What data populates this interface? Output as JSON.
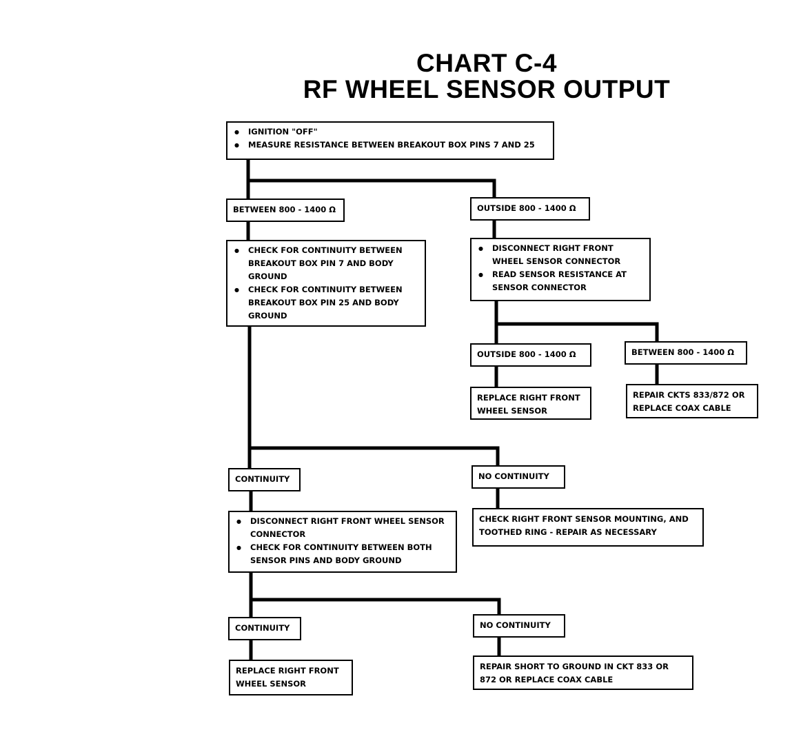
{
  "title": {
    "line1": "CHART C-4",
    "line2": "RF WHEEL SENSOR OUTPUT"
  },
  "nodes": {
    "start": {
      "items": [
        "IGNITION \"OFF\"",
        "MEASURE RESISTANCE BETWEEN BREAKOUT BOX PINS 7 AND 25"
      ]
    },
    "between_1": {
      "text": "BETWEEN 800 - 1400 Ω"
    },
    "outside_1": {
      "text": "OUTSIDE 800 - 1400 Ω"
    },
    "check_continuity": {
      "items": [
        "CHECK FOR CONTINUITY BETWEEN BREAKOUT BOX PIN 7 AND BODY GROUND",
        "CHECK FOR CONTINUITY BETWEEN BREAKOUT BOX PIN 25 AND BODY GROUND"
      ]
    },
    "disconnect_read": {
      "items": [
        "DISCONNECT RIGHT FRONT WHEEL SENSOR CONNECTOR",
        "READ SENSOR RESISTANCE AT SENSOR CONNECTOR"
      ]
    },
    "outside_2": {
      "text": "OUTSIDE 800 - 1400 Ω"
    },
    "between_2": {
      "text": "BETWEEN 800 - 1400 Ω"
    },
    "replace_sensor_1": {
      "text": "REPLACE RIGHT FRONT WHEEL SENSOR"
    },
    "repair_ckts": {
      "text": "REPAIR CKTS 833/872 OR REPLACE COAX CABLE"
    },
    "continuity_1": {
      "text": "CONTINUITY"
    },
    "no_continuity_1": {
      "text": "NO CONTINUITY"
    },
    "disconnect_check": {
      "items": [
        "DISCONNECT RIGHT FRONT WHEEL SENSOR CONNECTOR",
        "CHECK FOR CONTINUITY BETWEEN BOTH SENSOR PINS AND BODY GROUND"
      ]
    },
    "check_mounting": {
      "text": "CHECK RIGHT FRONT SENSOR MOUNTING, AND TOOTHED RING - REPAIR AS NECESSARY"
    },
    "continuity_2": {
      "text": "CONTINUITY"
    },
    "no_continuity_2": {
      "text": "NO CONTINUITY"
    },
    "replace_sensor_2": {
      "text": "REPLACE RIGHT FRONT WHEEL SENSOR"
    },
    "repair_short": {
      "text": "REPAIR SHORT TO GROUND IN CKT 833 OR 872 OR REPLACE COAX CABLE"
    }
  }
}
